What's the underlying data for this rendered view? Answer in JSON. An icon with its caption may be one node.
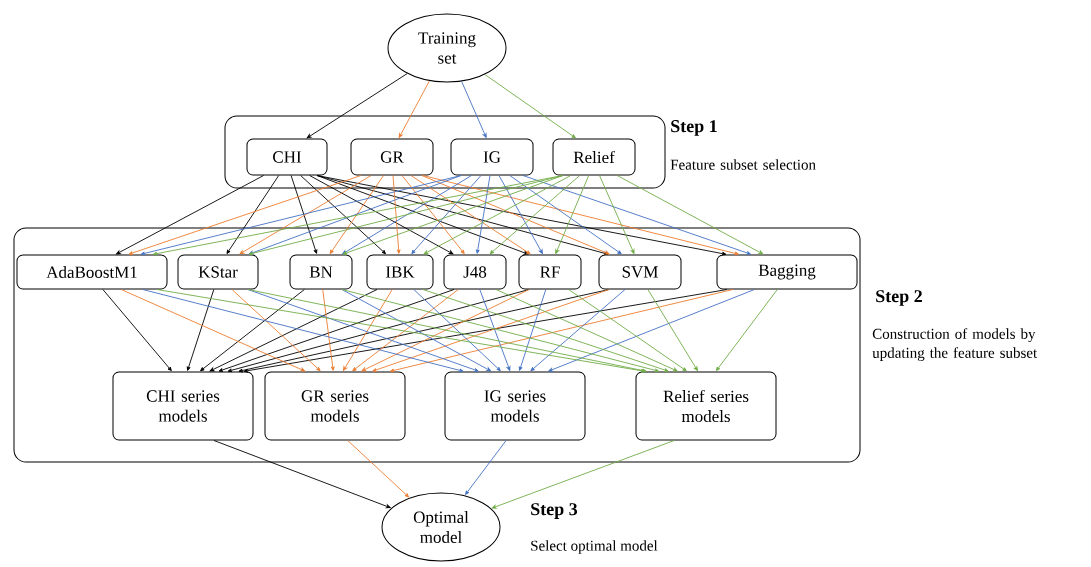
{
  "diagram": {
    "nodes": [
      {
        "text": [
          "Training set"
        ]
      },
      {
        "text": [
          "Step 1",
          "Feature subset selection"
        ]
      },
      {
        "text": [
          "CHI"
        ],
        "in": 1
      },
      {
        "text": [
          "GR"
        ],
        "in": 1
      },
      {
        "text": [
          "IG"
        ],
        "in": 1
      },
      {
        "text": [
          "Relief"
        ],
        "in": 1
      },
      {
        "text": [
          "Step 2",
          "Construction of models by updating the feature subset"
        ]
      },
      {
        "text": [
          "AdaBoostM1"
        ],
        "in": 6
      },
      {
        "text": [
          "KStar"
        ],
        "in": 6
      },
      {
        "text": [
          "BN"
        ],
        "in": 6
      },
      {
        "text": [
          "IBK"
        ],
        "in": 6
      },
      {
        "text": [
          "J48"
        ],
        "in": 6
      },
      {
        "text": [
          "RF"
        ],
        "in": 6
      },
      {
        "text": [
          "SVM"
        ],
        "in": 6
      },
      {
        "text": [
          "Bagging"
        ],
        "in": 6
      },
      {
        "text": [
          "CHI series models"
        ],
        "in": 6
      },
      {
        "text": [
          "GR series models"
        ],
        "in": 6
      },
      {
        "text": [
          "IG series models"
        ],
        "in": 6
      },
      {
        "text": [
          "Relief series models"
        ],
        "in": 6
      },
      {
        "text": [
          "Optimal model"
        ],
        "beside": [
          "Step 3",
          "Select optimal model"
        ]
      }
    ],
    "edges": [
      {
        "from": 0,
        "to": 2,
        "arrow": "to"
      },
      {
        "from": 0,
        "to": 3,
        "arrow": "to",
        "color": "#ed7d31"
      },
      {
        "from": 0,
        "to": 4,
        "arrow": "to",
        "color": "#4472c4"
      },
      {
        "from": 0,
        "to": 5,
        "arrow": "to",
        "color": "#70ad47"
      },
      {
        "from": 2,
        "to": 7,
        "arrow": "to"
      },
      {
        "from": 2,
        "to": 8,
        "arrow": "to"
      },
      {
        "from": 2,
        "to": 9,
        "arrow": "to"
      },
      {
        "from": 2,
        "to": 10,
        "arrow": "to"
      },
      {
        "from": 2,
        "to": 11,
        "arrow": "to"
      },
      {
        "from": 2,
        "to": 12,
        "arrow": "to"
      },
      {
        "from": 2,
        "to": 13,
        "arrow": "to"
      },
      {
        "from": 2,
        "to": 14,
        "arrow": "to"
      },
      {
        "from": 3,
        "to": 7,
        "arrow": "to",
        "color": "#ed7d31"
      },
      {
        "from": 3,
        "to": 8,
        "arrow": "to",
        "color": "#ed7d31"
      },
      {
        "from": 3,
        "to": 9,
        "arrow": "to",
        "color": "#ed7d31"
      },
      {
        "from": 3,
        "to": 10,
        "arrow": "to",
        "color": "#ed7d31"
      },
      {
        "from": 3,
        "to": 11,
        "arrow": "to",
        "color": "#ed7d31"
      },
      {
        "from": 3,
        "to": 12,
        "arrow": "to",
        "color": "#ed7d31"
      },
      {
        "from": 3,
        "to": 13,
        "arrow": "to",
        "color": "#ed7d31"
      },
      {
        "from": 3,
        "to": 14,
        "arrow": "to",
        "color": "#ed7d31"
      },
      {
        "from": 4,
        "to": 7,
        "arrow": "to",
        "color": "#4472c4"
      },
      {
        "from": 4,
        "to": 8,
        "arrow": "to",
        "color": "#4472c4"
      },
      {
        "from": 4,
        "to": 9,
        "arrow": "to",
        "color": "#4472c4"
      },
      {
        "from": 4,
        "to": 10,
        "arrow": "to",
        "color": "#4472c4"
      },
      {
        "from": 4,
        "to": 11,
        "arrow": "to",
        "color": "#4472c4"
      },
      {
        "from": 4,
        "to": 12,
        "arrow": "to",
        "color": "#4472c4"
      },
      {
        "from": 4,
        "to": 13,
        "arrow": "to",
        "color": "#4472c4"
      },
      {
        "from": 4,
        "to": 14,
        "arrow": "to",
        "color": "#4472c4"
      },
      {
        "from": 5,
        "to": 7,
        "arrow": "to",
        "color": "#70ad47"
      },
      {
        "from": 5,
        "to": 8,
        "arrow": "to",
        "color": "#70ad47"
      },
      {
        "from": 5,
        "to": 9,
        "arrow": "to",
        "color": "#70ad47"
      },
      {
        "from": 5,
        "to": 10,
        "arrow": "to",
        "color": "#70ad47"
      },
      {
        "from": 5,
        "to": 11,
        "arrow": "to",
        "color": "#70ad47"
      },
      {
        "from": 5,
        "to": 12,
        "arrow": "to",
        "color": "#70ad47"
      },
      {
        "from": 5,
        "to": 13,
        "arrow": "to",
        "color": "#70ad47"
      },
      {
        "from": 5,
        "to": 14,
        "arrow": "to",
        "color": "#70ad47"
      },
      {
        "from": 7,
        "to": 15,
        "arrow": "to"
      },
      {
        "from": 8,
        "to": 15,
        "arrow": "to"
      },
      {
        "from": 9,
        "to": 15,
        "arrow": "to"
      },
      {
        "from": 10,
        "to": 15,
        "arrow": "to"
      },
      {
        "from": 11,
        "to": 15,
        "arrow": "to"
      },
      {
        "from": 12,
        "to": 15,
        "arrow": "to"
      },
      {
        "from": 13,
        "to": 15,
        "arrow": "to"
      },
      {
        "from": 14,
        "to": 15,
        "arrow": "to"
      },
      {
        "from": 7,
        "to": 16,
        "arrow": "to",
        "color": "#ed7d31"
      },
      {
        "from": 8,
        "to": 16,
        "arrow": "to",
        "color": "#ed7d31"
      },
      {
        "from": 9,
        "to": 16,
        "arrow": "to",
        "color": "#ed7d31"
      },
      {
        "from": 10,
        "to": 16,
        "arrow": "to",
        "color": "#ed7d31"
      },
      {
        "from": 11,
        "to": 16,
        "arrow": "to",
        "color": "#ed7d31"
      },
      {
        "from": 12,
        "to": 16,
        "arrow": "to",
        "color": "#ed7d31"
      },
      {
        "from": 13,
        "to": 16,
        "arrow": "to",
        "color": "#ed7d31"
      },
      {
        "from": 14,
        "to": 16,
        "arrow": "to",
        "color": "#ed7d31"
      },
      {
        "from": 7,
        "to": 17,
        "arrow": "to",
        "color": "#4472c4"
      },
      {
        "from": 8,
        "to": 17,
        "arrow": "to",
        "color": "#4472c4"
      },
      {
        "from": 9,
        "to": 17,
        "arrow": "to",
        "color": "#4472c4"
      },
      {
        "from": 10,
        "to": 17,
        "arrow": "to",
        "color": "#4472c4"
      },
      {
        "from": 11,
        "to": 17,
        "arrow": "to",
        "color": "#4472c4"
      },
      {
        "from": 12,
        "to": 17,
        "arrow": "to",
        "color": "#4472c4"
      },
      {
        "from": 13,
        "to": 17,
        "arrow": "to",
        "color": "#4472c4"
      },
      {
        "from": 14,
        "to": 17,
        "arrow": "to",
        "color": "#4472c4"
      },
      {
        "from": 7,
        "to": 18,
        "arrow": "to",
        "color": "#70ad47"
      },
      {
        "from": 8,
        "to": 18,
        "arrow": "to",
        "color": "#70ad47"
      },
      {
        "from": 9,
        "to": 18,
        "arrow": "to",
        "color": "#70ad47"
      },
      {
        "from": 10,
        "to": 18,
        "arrow": "to",
        "color": "#70ad47"
      },
      {
        "from": 11,
        "to": 18,
        "arrow": "to",
        "color": "#70ad47"
      },
      {
        "from": 12,
        "to": 18,
        "arrow": "to",
        "color": "#70ad47"
      },
      {
        "from": 13,
        "to": 18,
        "arrow": "to",
        "color": "#70ad47"
      },
      {
        "from": 14,
        "to": 18,
        "arrow": "to",
        "color": "#70ad47"
      },
      {
        "from": 15,
        "to": 19,
        "arrow": "to"
      },
      {
        "from": 16,
        "to": 19,
        "arrow": "to",
        "color": "#ed7d31"
      },
      {
        "from": 17,
        "to": 19,
        "arrow": "to",
        "color": "#4472c4"
      },
      {
        "from": 18,
        "to": 19,
        "arrow": "to",
        "color": "#70ad47"
      }
    ]
  }
}
